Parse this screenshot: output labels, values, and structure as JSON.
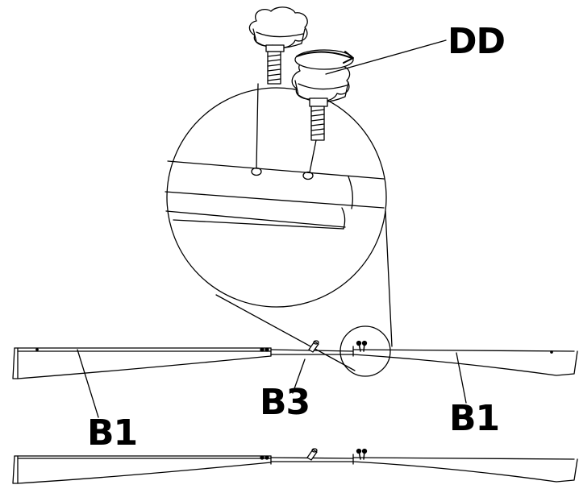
{
  "labels": {
    "knob": "DD",
    "rail_left": "B1",
    "connector": "B3",
    "rail_right": "B1"
  },
  "icons": {
    "knob_top": "star-knob-icon",
    "knob_bottom": "star-knob-icon",
    "rotation": "rotate-arrow-icon"
  },
  "colors": {
    "line": "#000000",
    "background": "#ffffff"
  }
}
